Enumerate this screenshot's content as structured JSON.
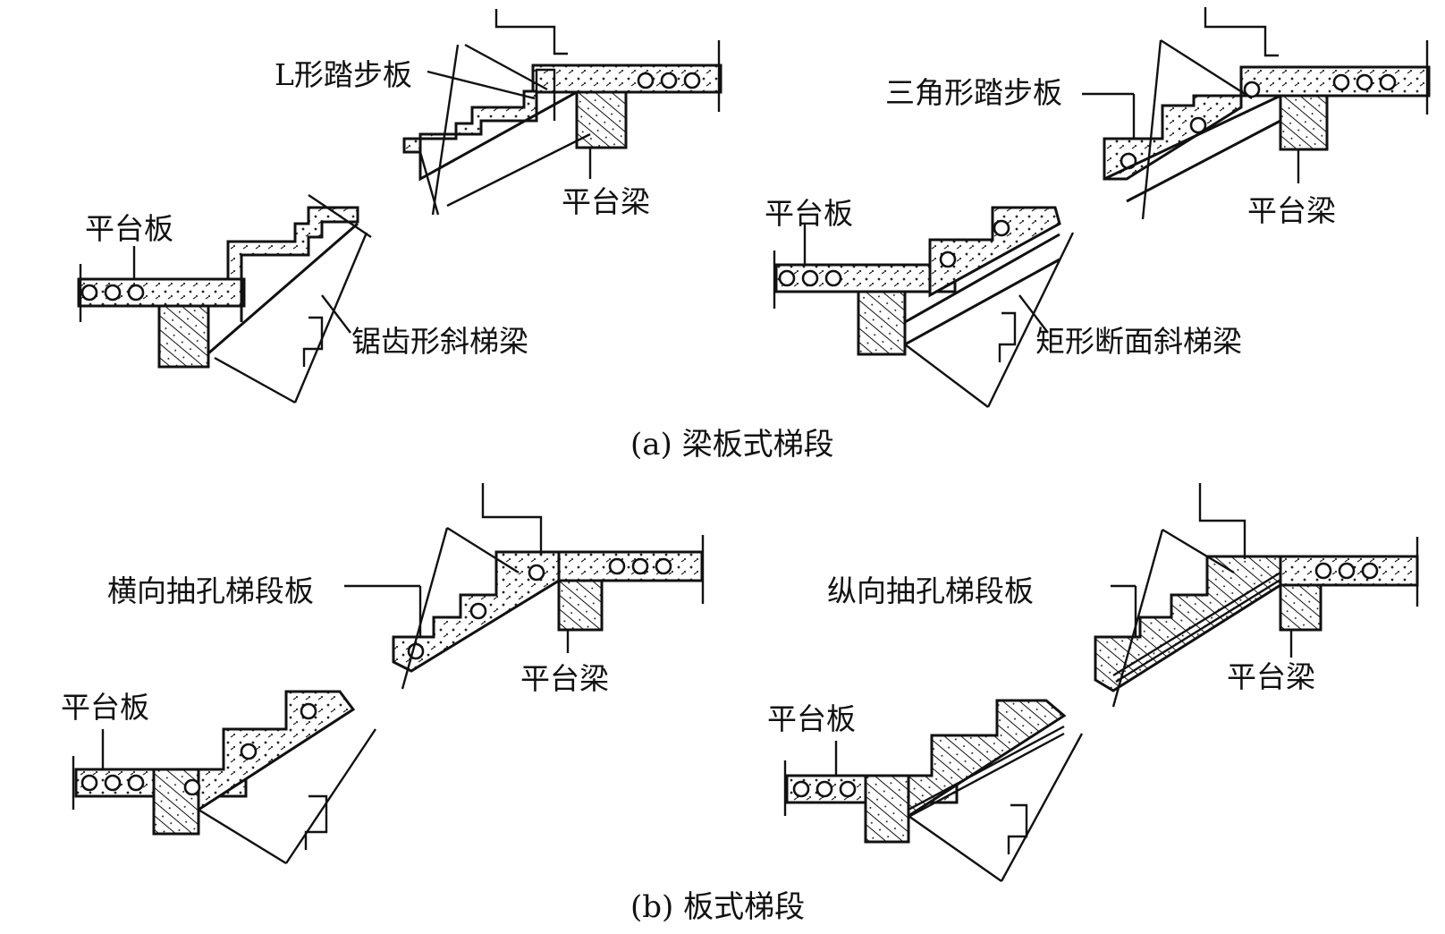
{
  "diagram": {
    "labels": {
      "l_tread": "L形踏步板",
      "triangle_tread": "三角形踏步板",
      "platform_beam": "平台梁",
      "platform_slab": "平台板",
      "sawtooth_beam": "锯齿形斜梯梁",
      "rect_beam": "矩形断面斜梯梁",
      "transverse_slab": "横向抽孔梯段板",
      "longitudinal_slab": "纵向抽孔梯段板"
    },
    "captions": {
      "a": "(a) 梁板式梯段",
      "b": "(b) 板式梯段"
    }
  }
}
